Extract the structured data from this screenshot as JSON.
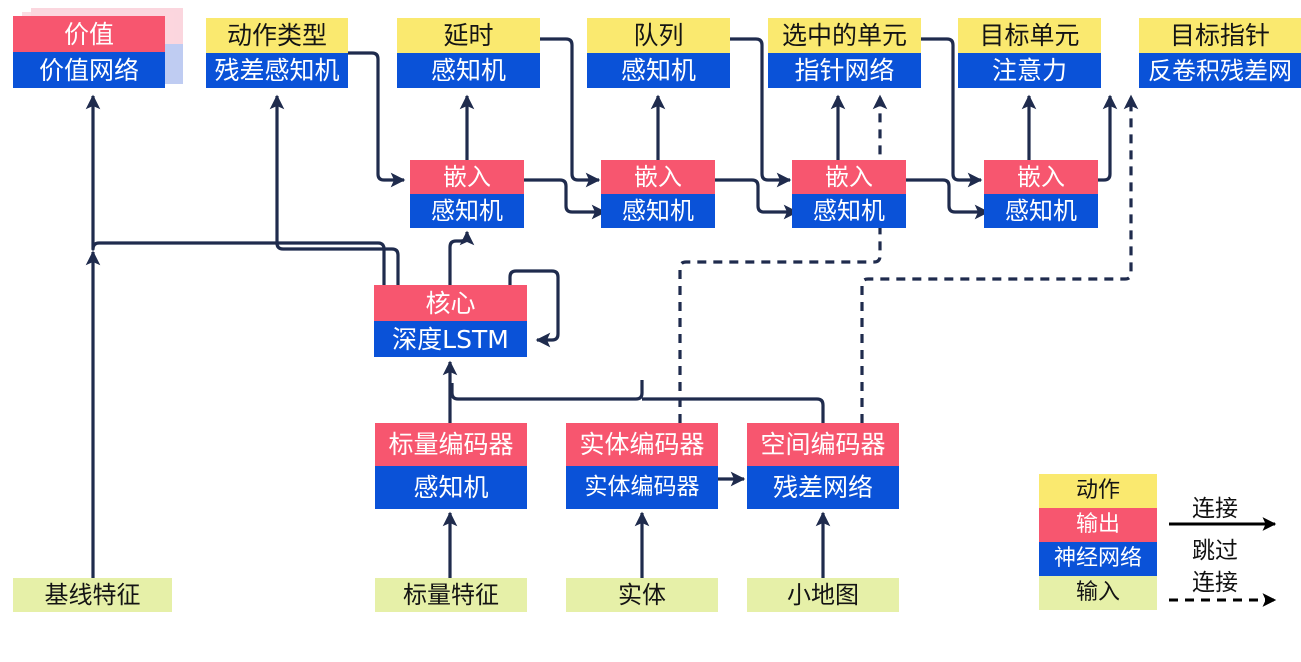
{
  "diagram": {
    "title": "",
    "colors": {
      "action": "#FAE96F",
      "output": "#F7566F",
      "neural_network": "#0A52D8",
      "input": "#E6F0A8",
      "wire": "#1F2B4D",
      "ghost_output": "#FBD6DE",
      "ghost_nn": "#BFCCF2"
    },
    "top_row": [
      {
        "name": "value",
        "action": "价值",
        "net": "价值网络",
        "stacked": true
      },
      {
        "name": "action-type",
        "action": "动作类型",
        "net": "残差感知机",
        "stacked": false
      },
      {
        "name": "delay",
        "action": "延时",
        "net": "感知机",
        "stacked": false
      },
      {
        "name": "queue",
        "action": "队列",
        "net": "感知机",
        "stacked": false
      },
      {
        "name": "selected-unit",
        "action": "选中的单元",
        "net": "指针网络",
        "stacked": false
      },
      {
        "name": "target-unit",
        "action": "目标单元",
        "net": "注意力",
        "stacked": false
      },
      {
        "name": "target-point",
        "action": "目标指针",
        "net": "反卷积残差网",
        "stacked": false
      }
    ],
    "embed_row": [
      {
        "name": "embed-delay",
        "output": "嵌入",
        "net": "感知机"
      },
      {
        "name": "embed-queue",
        "output": "嵌入",
        "net": "感知机"
      },
      {
        "name": "embed-unit",
        "output": "嵌入",
        "net": "感知机"
      },
      {
        "name": "embed-target",
        "output": "嵌入",
        "net": "感知机"
      }
    ],
    "core": {
      "name": "core",
      "output": "核心",
      "net": "深度LSTM"
    },
    "encoder_row": [
      {
        "name": "scalar-encoder",
        "output": "标量编码器",
        "net": "感知机"
      },
      {
        "name": "entity-encoder",
        "output": "实体编码器",
        "net": "实体编码器"
      },
      {
        "name": "spatial-encoder",
        "output": "空间编码器",
        "net": "残差网络"
      }
    ],
    "input_row": [
      {
        "name": "baseline-features",
        "label": "基线特征"
      },
      {
        "name": "scalar-features",
        "label": "标量特征"
      },
      {
        "name": "entities",
        "label": "实体"
      },
      {
        "name": "minimap",
        "label": "小地图"
      }
    ],
    "legend": {
      "bands": [
        {
          "name": "legend-action",
          "label": "动作"
        },
        {
          "name": "legend-output",
          "label": "输出"
        },
        {
          "name": "legend-nn",
          "label": "神经网络"
        },
        {
          "name": "legend-input",
          "label": "输入"
        }
      ],
      "connection_label": "连接",
      "skip_label_line1": "跳过",
      "skip_label_line2": "连接"
    }
  }
}
